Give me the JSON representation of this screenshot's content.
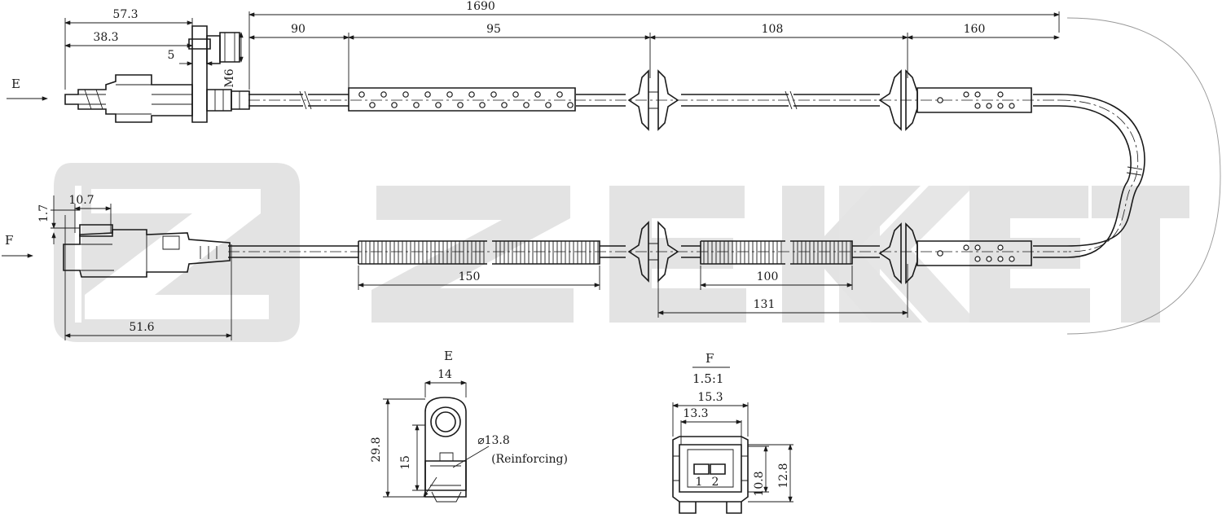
{
  "watermark": {
    "brand": "ZEKKERT"
  },
  "view_labels": {
    "e_main": "E",
    "f_main": "F",
    "e_detail": "E",
    "f_detail": "F",
    "f_scale": "1.5:1",
    "reinforcing": "(Reinforcing)"
  },
  "dimensions": {
    "total_length": "1690",
    "e_57_3": "57.3",
    "e_38_3": "38.3",
    "e_5": "5",
    "e_m6": "M6",
    "seg_90": "90",
    "seg_95": "95",
    "seg_108": "108",
    "seg_160": "160",
    "f_1_7": "1.7",
    "f_10_7": "10.7",
    "f_51_6": "51.6",
    "seg_150": "150",
    "seg_100": "100",
    "seg_131": "131",
    "e_det_14": "14",
    "e_det_29_8": "29.8",
    "e_det_15": "15",
    "e_det_dia": "⌀13.8",
    "f_det_15_3": "15.3",
    "f_det_13_3": "13.3",
    "f_det_10_8": "10.8",
    "f_det_12_8": "12.8",
    "f_pin_1": "1",
    "f_pin_2": "2"
  }
}
